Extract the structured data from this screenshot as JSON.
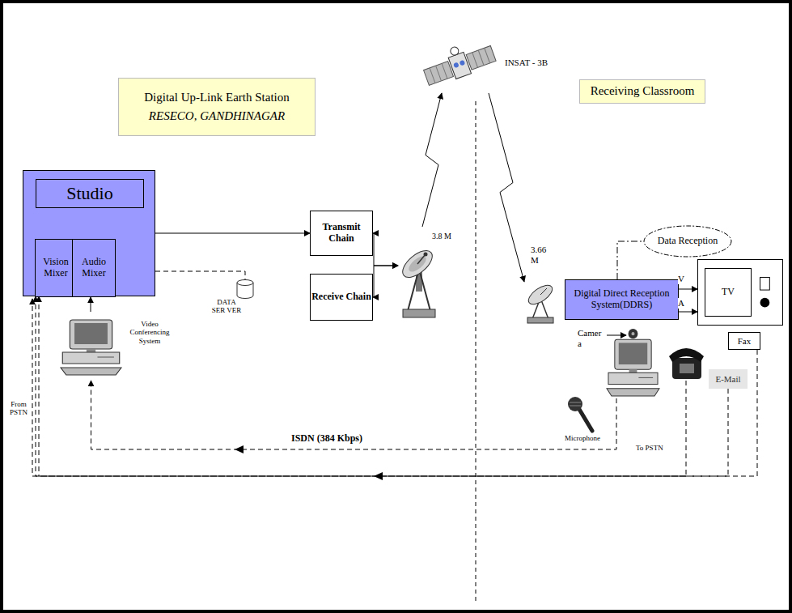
{
  "diagram": {
    "nodes": [
      {
        "text": [
          "INSAT - 3B"
        ]
      },
      {
        "text": [
          "Digital Up-Link Earth Station",
          "RESECO, GANDHINAGAR"
        ]
      },
      {
        "text": [
          "Receiving Classroom"
        ]
      },
      {
        "text": [
          "Studio"
        ]
      },
      {
        "text": [
          "Vision Mixer"
        ],
        "in": 3
      },
      {
        "text": [
          "Audio Mixer"
        ],
        "in": 3
      },
      {
        "text": [
          "Transmit Chain"
        ]
      },
      {
        "text": [
          "Receive Chain"
        ]
      },
      {
        "text": [
          "3.8 M"
        ]
      },
      {
        "text": [
          "Data Reception"
        ]
      },
      {
        "text": [
          "3.66 M"
        ]
      },
      {
        "text": [
          "Digital Direct Reception System(DDRS)"
        ]
      },
      {
        "text": [
          "TV"
        ]
      },
      {
        "text": [
          "DATA SER VER"
        ]
      },
      {
        "text": [
          "Video Conferencing System"
        ]
      },
      {
        "text": [
          "Camer a"
        ]
      },
      {
        "text": [
          "Fax"
        ]
      },
      {
        "text": [
          "E-Mail"
        ]
      },
      {
        "text": [
          "Microphone"
        ]
      }
    ],
    "edges": [
      {
        "from": 3,
        "to": 6,
        "arrow": "to"
      },
      {
        "from": 6,
        "to": 8,
        "arrow": "both"
      },
      {
        "from": 7,
        "to": 8,
        "arrow": "both"
      },
      {
        "from": 8,
        "to": 0,
        "arrow": "to"
      },
      {
        "from": 0,
        "to": 10,
        "arrow": "to"
      },
      {
        "from": 11,
        "to": 9,
        "arrow": "none"
      },
      {
        "from": 11,
        "to": 12,
        "label": "V",
        "arrow": "to"
      },
      {
        "from": 11,
        "to": 12,
        "label": "A",
        "arrow": "to"
      },
      {
        "from": 3,
        "to": 13,
        "arrow": "none"
      },
      {
        "from": 14,
        "to": 5,
        "arrow": "to"
      },
      {
        "from": 15,
        "to": 14,
        "label": "ISDN (384 Kbps)",
        "arrow": "to"
      },
      {
        "from": 16,
        "to": 3,
        "arrow": "to"
      },
      {
        "from": 17,
        "to": 3,
        "arrow": "to"
      }
    ],
    "labels": [
      "From PSTN",
      "To PSTN"
    ]
  }
}
